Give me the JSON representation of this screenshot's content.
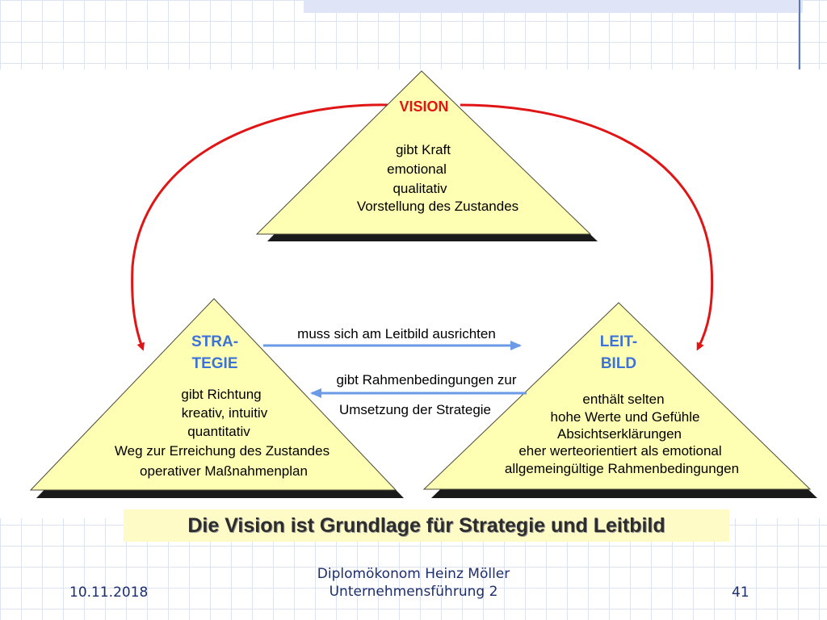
{
  "diagram": {
    "vision": {
      "title": "VISION",
      "lines": [
        "gibt Kraft",
        "emotional",
        "qualitativ",
        "Vorstellung des Zustandes"
      ]
    },
    "strategie": {
      "title_lines": [
        "STRA-",
        "TEGIE"
      ],
      "lines": [
        "gibt Richtung",
        "kreativ, intuitiv",
        "quantitativ",
        "Weg zur Erreichung des Zustandes",
        "operativer Maßnahmenplan"
      ]
    },
    "leitbild": {
      "title_lines": [
        "LEIT-",
        "BILD"
      ],
      "lines": [
        "enthält selten",
        "hohe  Werte und Gefühle",
        "Absichtserklärungen",
        "eher werteorientiert als emotional",
        "allgemeingültige Rahmenbedingungen"
      ]
    },
    "arrow_top_label": "muss sich am Leitbild ausrichten",
    "arrow_bottom_label_lines": [
      "gibt Rahmenbedingungen zur",
      "Umsetzung der Strategie"
    ],
    "colors": {
      "triangle_fill": "#ffffb4",
      "shadow": "#1a1a1a",
      "red_arc": "#e01515",
      "blue_arrow": "#6b9ae6",
      "blue_title": "#3d73d8"
    }
  },
  "caption": "Die Vision ist Grundlage für Strategie und Leitbild",
  "footer": {
    "date": "10.11.2018",
    "author": "Diplomökonom Heinz Möller",
    "course": "Unternehmensführung 2",
    "page": "41"
  }
}
